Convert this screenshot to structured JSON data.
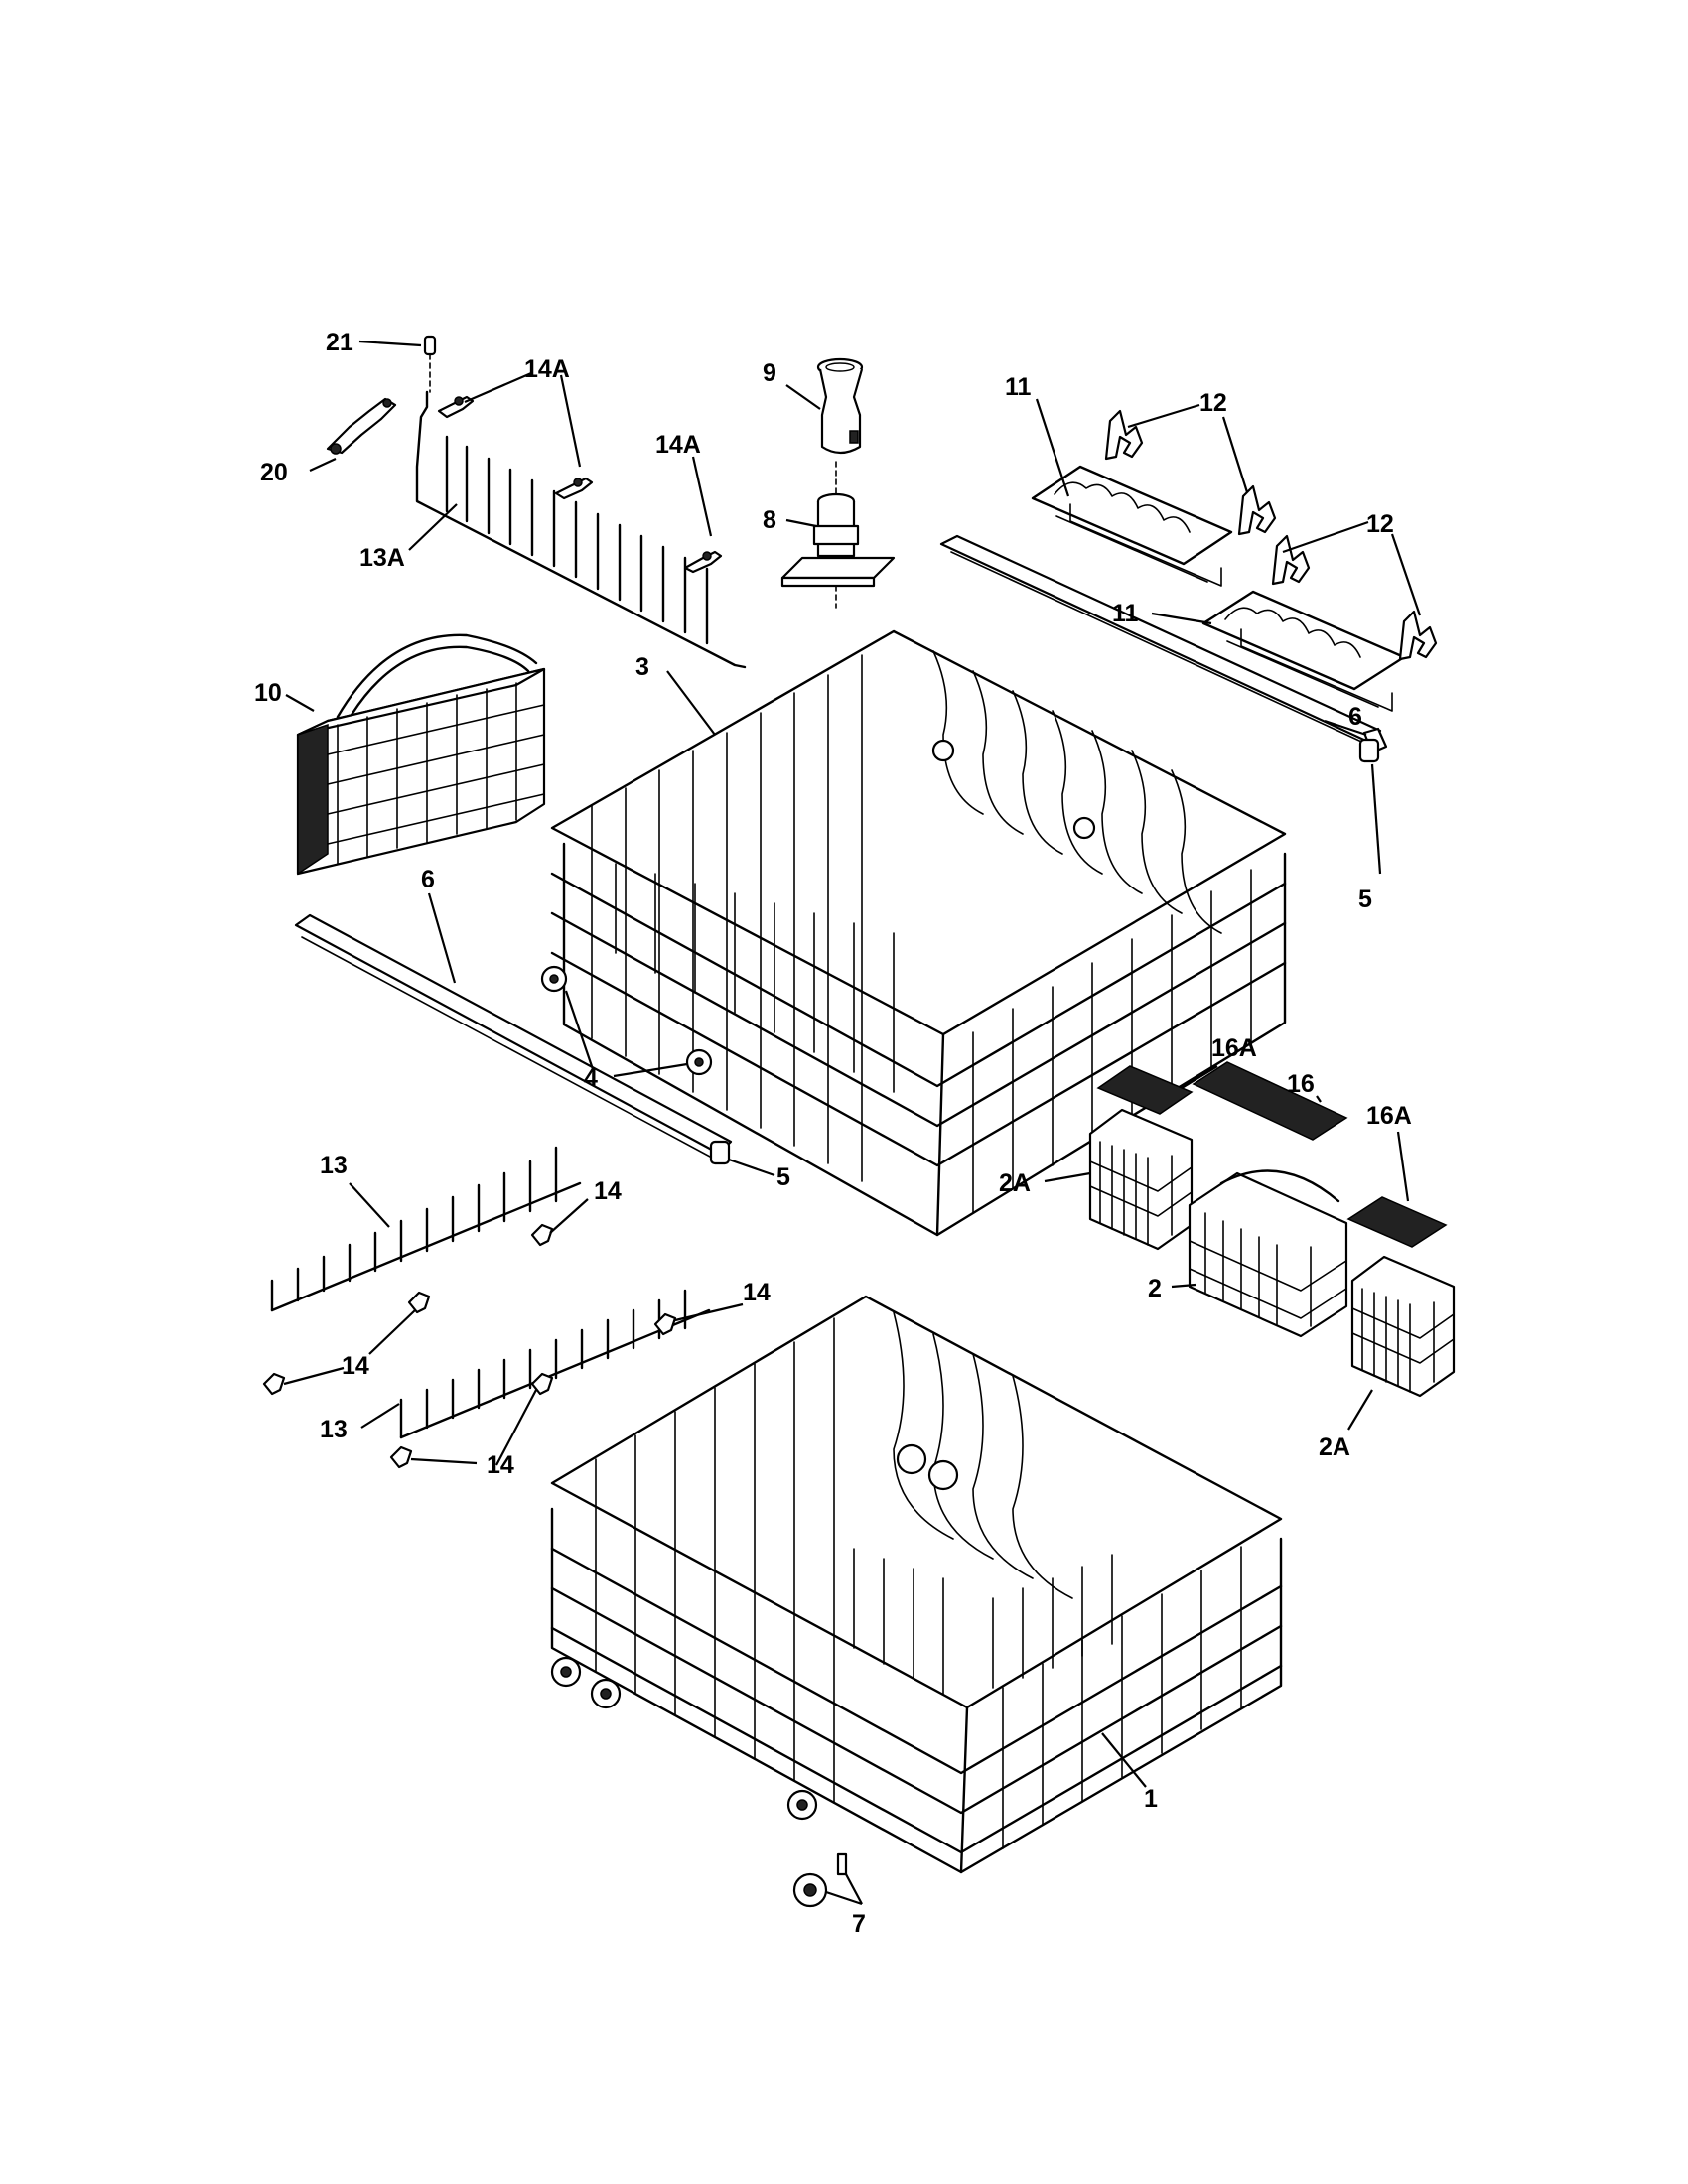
{
  "labels": {
    "p21": "21",
    "p20": "20",
    "p14a_1": "14A",
    "p14a_2": "14A",
    "p13a": "13A",
    "p9": "9",
    "p8": "8",
    "p11_1": "11",
    "p11_2": "11",
    "p12_1": "12",
    "p12_2": "12",
    "p10": "10",
    "p3": "3",
    "p6_1": "6",
    "p6_2": "6",
    "p5_1": "5",
    "p5_2": "5",
    "p4": "4",
    "p16a_1": "16A",
    "p16": "16",
    "p16a_2": "16A",
    "p2a_1": "2A",
    "p2": "2",
    "p2a_2": "2A",
    "p13_1": "13",
    "p13_2": "13",
    "p14_1": "14",
    "p14_2": "14",
    "p14_3": "14",
    "p14_4": "14",
    "p1": "1",
    "p7": "7"
  }
}
